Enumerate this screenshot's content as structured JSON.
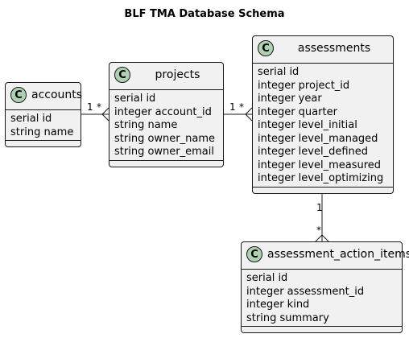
{
  "title": "BLF TMA Database Schema",
  "classes": {
    "accounts": {
      "icon": "C",
      "name": "accounts",
      "fields": [
        "serial id",
        "string name"
      ]
    },
    "projects": {
      "icon": "C",
      "name": "projects",
      "fields": [
        "serial id",
        "integer account_id",
        "string name",
        "string owner_name",
        "string owner_email"
      ]
    },
    "assessments": {
      "icon": "C",
      "name": "assessments",
      "fields": [
        "serial id",
        "integer project_id",
        "integer year",
        "integer quarter",
        "integer level_initial",
        "integer level_managed",
        "integer level_defined",
        "integer level_measured",
        "integer level_optimizing"
      ]
    },
    "assessment_action_items": {
      "icon": "C",
      "name": "assessment_action_items",
      "fields": [
        "serial id",
        "integer assessment_id",
        "integer kind",
        "string summary"
      ]
    }
  },
  "relations": {
    "accounts_projects": {
      "from_mult": "1",
      "to_mult": "*"
    },
    "projects_assessments": {
      "from_mult": "1",
      "to_mult": "*"
    },
    "assessments_items": {
      "from_mult": "1",
      "to_mult": "*"
    }
  },
  "colors": {
    "class_bg": "#f1f1f1",
    "stereotype_circle": "#add1b2",
    "border": "#181818"
  }
}
